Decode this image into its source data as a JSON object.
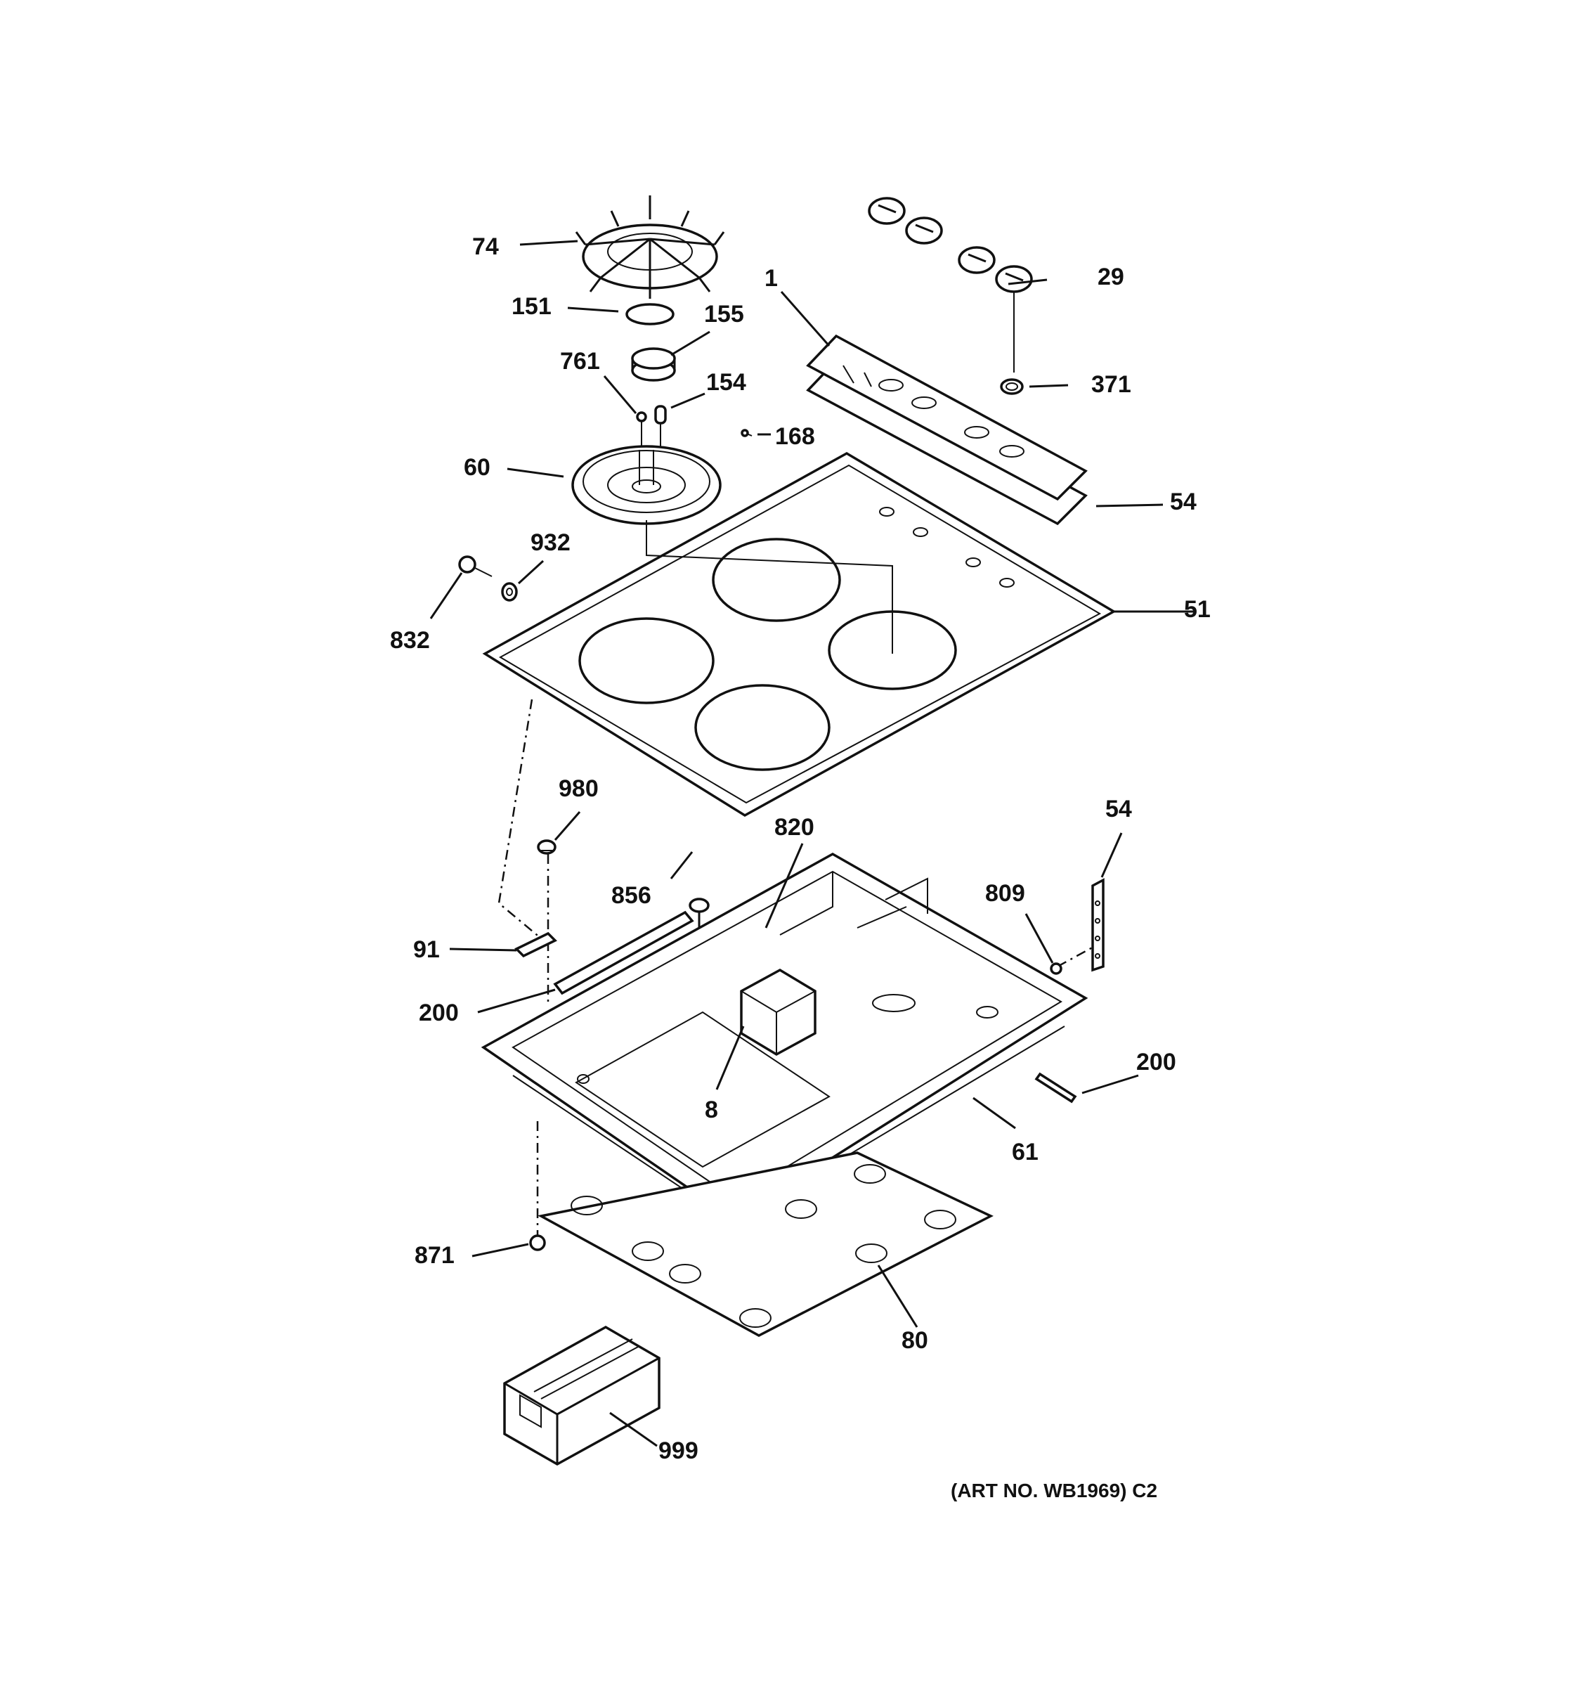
{
  "labels": {
    "l74": "74",
    "l151": "151",
    "l155": "155",
    "l761": "761",
    "l154": "154",
    "l168": "168",
    "l60": "60",
    "l932": "932",
    "l832": "832",
    "l1": "1",
    "l29": "29",
    "l371": "371",
    "l54a": "54",
    "l51": "51",
    "l980": "980",
    "l820": "820",
    "l54b": "54",
    "l856": "856",
    "l809": "809",
    "l91": "91",
    "l200a": "200",
    "l200b": "200",
    "l8": "8",
    "l61": "61",
    "l871": "871",
    "l80": "80",
    "l999": "999"
  },
  "art_number": "(ART NO. WB1969) C2"
}
